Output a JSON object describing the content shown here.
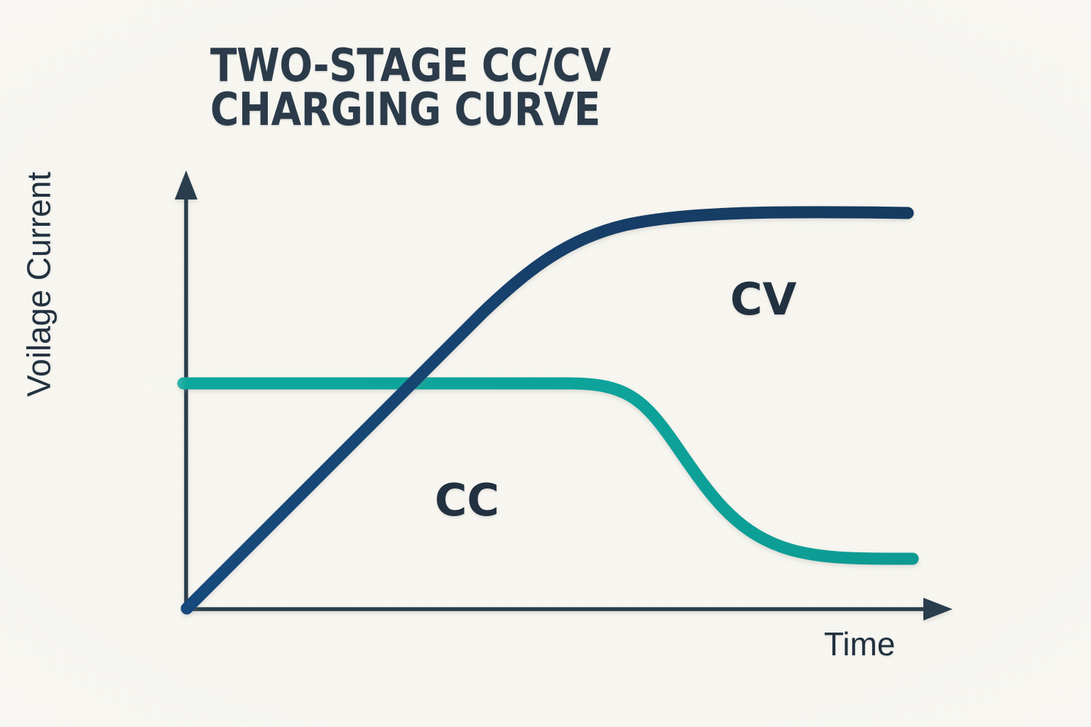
{
  "title": "TWO-STAGE CC/CV\nCHARGING CURVE",
  "axes": {
    "y_label": "Voilage  Current",
    "x_label": "Time",
    "y_arrow": "up-arrow",
    "x_arrow": "right-arrow",
    "axis_color": "#2c3e4d"
  },
  "annotations": {
    "cc": "CC",
    "cv": "CV"
  },
  "colors": {
    "background": "#f7f6f1",
    "voltage": "#124a7c",
    "current": "#10a39a",
    "text": "#22313f",
    "title": "#2b3b4a"
  },
  "chart_data": {
    "type": "line",
    "title": "TWO-STAGE CC/CV CHARGING CURVE",
    "xlabel": "Time",
    "ylabel": "Voilage  Current",
    "grid": false,
    "legend": "none",
    "xlim": [
      0,
      100
    ],
    "ylim": [
      0,
      100
    ],
    "annotations": [
      {
        "text": "CC",
        "x": 32,
        "y": 26
      },
      {
        "text": "CV",
        "x": 73,
        "y": 63
      }
    ],
    "series": [
      {
        "name": "Voltage",
        "color": "#124a7c",
        "description": "Rises linearly during CC stage, then knees over and asymptotes to a constant maximum during CV stage.",
        "x": [
          0,
          5,
          10,
          15,
          20,
          25,
          30,
          35,
          40,
          45,
          50,
          55,
          60,
          65,
          70,
          75,
          80,
          85,
          90,
          95,
          100
        ],
        "y": [
          0,
          5,
          10,
          15,
          20,
          25,
          30,
          35,
          41,
          47,
          53,
          60,
          66,
          72,
          77,
          81,
          84,
          86,
          88,
          89,
          90
        ]
      },
      {
        "name": "Current",
        "color": "#10a39a",
        "description": "Held constant during CC stage, then tapers off in an S-curve toward a small residual value during CV stage.",
        "x": [
          0,
          5,
          10,
          15,
          20,
          25,
          30,
          35,
          40,
          45,
          50,
          55,
          60,
          65,
          70,
          75,
          80,
          85,
          90,
          95,
          100
        ],
        "y": [
          52,
          52,
          52,
          52,
          52,
          52,
          52,
          52,
          52,
          52,
          51,
          48,
          43,
          36,
          29,
          23,
          18,
          15,
          13,
          12,
          12
        ]
      }
    ]
  }
}
